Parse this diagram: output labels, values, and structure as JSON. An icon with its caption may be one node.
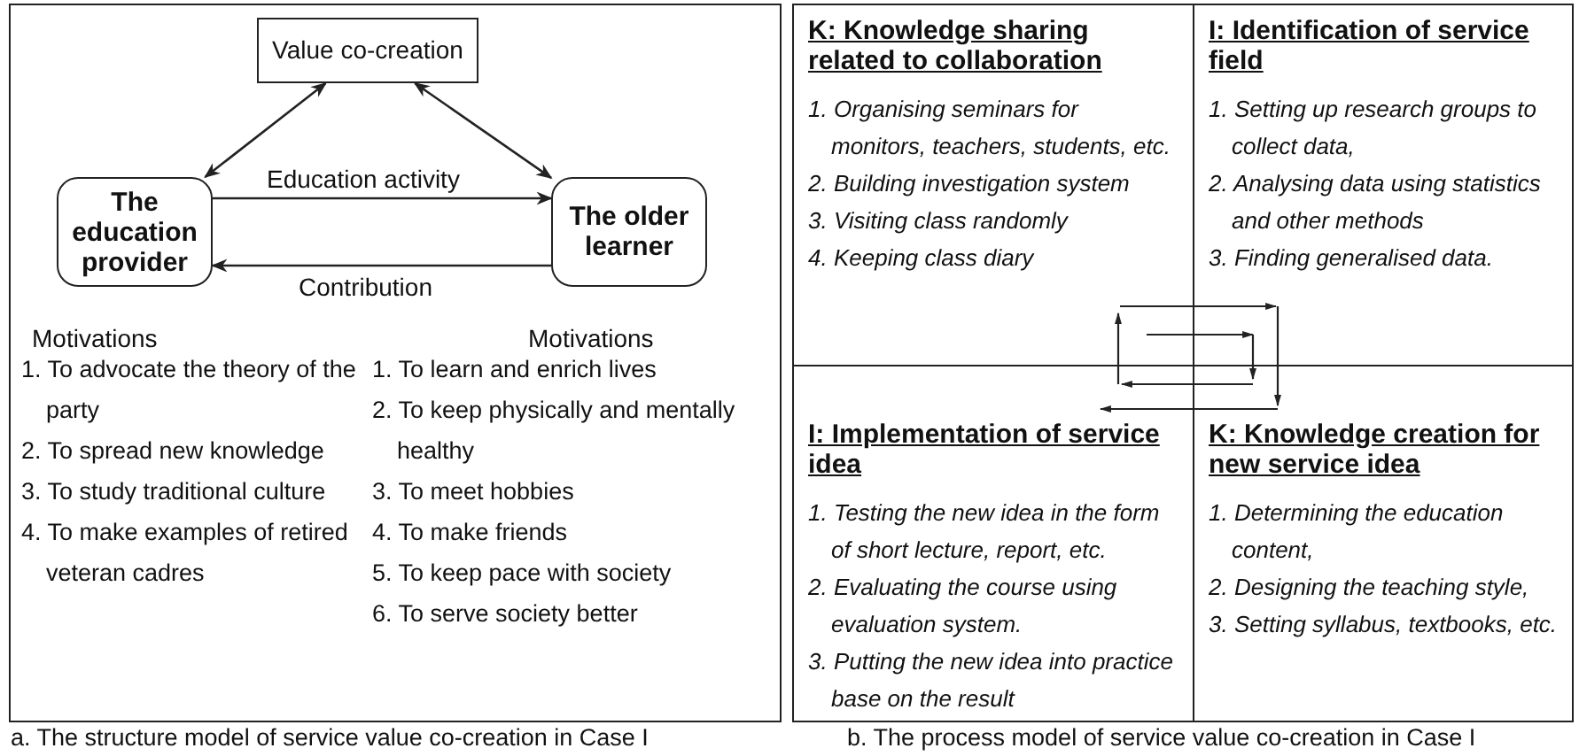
{
  "diagram": {
    "nodes": [
      {
        "text": [
          "Value co-creation"
        ]
      },
      {
        "text": [
          "The education provider"
        ],
        "beside": [
          "Motivations"
        ]
      },
      {
        "text": [
          "The older learner"
        ],
        "beside": [
          "Motivations"
        ]
      },
      {
        "text": [
          "K: Knowledge sharing related to collaboration",
          "1. Organising seminars for monitors, teachers, students, etc.",
          "2. Building investigation system",
          "3. Visiting class randomly",
          "4. Keeping class diary"
        ]
      },
      {
        "text": [
          "I: Identification of service field",
          "1. Setting up research groups to collect data,",
          "2. Analysing data using statistics and other methods",
          "3. Finding generalised data."
        ]
      },
      {
        "text": [
          "I: Implementation of service idea",
          "1. Testing the new idea in the form of short lecture, report, etc.",
          "2. Evaluating the course using evaluation system.",
          "3. Putting the new idea into practice base on the result"
        ]
      },
      {
        "text": [
          "K: Knowledge creation for new service idea",
          "1. Determining the education content,",
          "2. Designing the teaching style,",
          "3. Setting syllabus, textbooks, etc."
        ]
      }
    ],
    "edges": [
      {
        "from": 0,
        "to": 1,
        "arrow": "both"
      },
      {
        "from": 0,
        "to": 2,
        "arrow": "both"
      },
      {
        "from": 1,
        "to": 2,
        "arrow": "to",
        "label": "Education activity"
      },
      {
        "from": 2,
        "to": 1,
        "arrow": "to",
        "label": "Contribution"
      },
      {
        "from": 3,
        "to": 4,
        "arrow": "to"
      },
      {
        "from": 4,
        "to": 6,
        "arrow": "to"
      },
      {
        "from": 6,
        "to": 5,
        "arrow": "to"
      },
      {
        "from": 5,
        "to": 3,
        "arrow": "to"
      },
      {
        "from": 3,
        "to": 4,
        "arrow": "to"
      },
      {
        "from": 4,
        "to": 6,
        "arrow": "to"
      },
      {
        "from": 6,
        "to": 5,
        "arrow": "to"
      }
    ],
    "labels": [
      "1. To advocate the theory of the party",
      "2. To spread new knowledge",
      "3. To study traditional culture",
      "4. To make examples of retired veteran cadres",
      "1. To learn and enrich lives",
      "2. To keep physically and mentally healthy",
      "3. To meet hobbies",
      "4. To make friends",
      "5. To keep pace with society",
      "6. To serve society better",
      "a. The structure model of service value co-creation in Case I",
      "b. The process model of service value co-creation in Case I"
    ]
  }
}
